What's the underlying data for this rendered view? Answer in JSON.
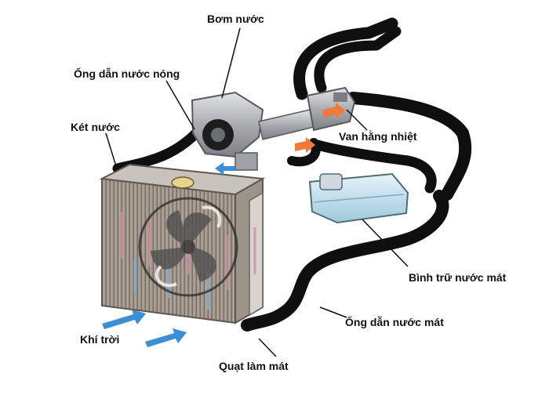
{
  "labels": {
    "pump": "Bơm nước",
    "hot_pipe": "Ống dẫn nước nóng",
    "radiator": "Két nước",
    "thermostat": "Van hằng nhiệt",
    "reservoir": "Bình trữ nước mát",
    "cool_pipe": "Ống dẫn nước mát",
    "air": "Khí trời",
    "fan": "Quạt làm mát"
  },
  "colors": {
    "hose": "#0f0f0f",
    "metal": "#b9bdc2",
    "core": "#a79a8e",
    "coolant": "#b9dbea",
    "hot_arrow": "#ef7a3c",
    "cold_arrow": "#3c8fd6",
    "label_text": "#111111"
  },
  "icons": [
    "radiator-icon",
    "cooling-fan-icon",
    "water-pump-icon",
    "thermostat-icon",
    "reservoir-tank-icon"
  ]
}
